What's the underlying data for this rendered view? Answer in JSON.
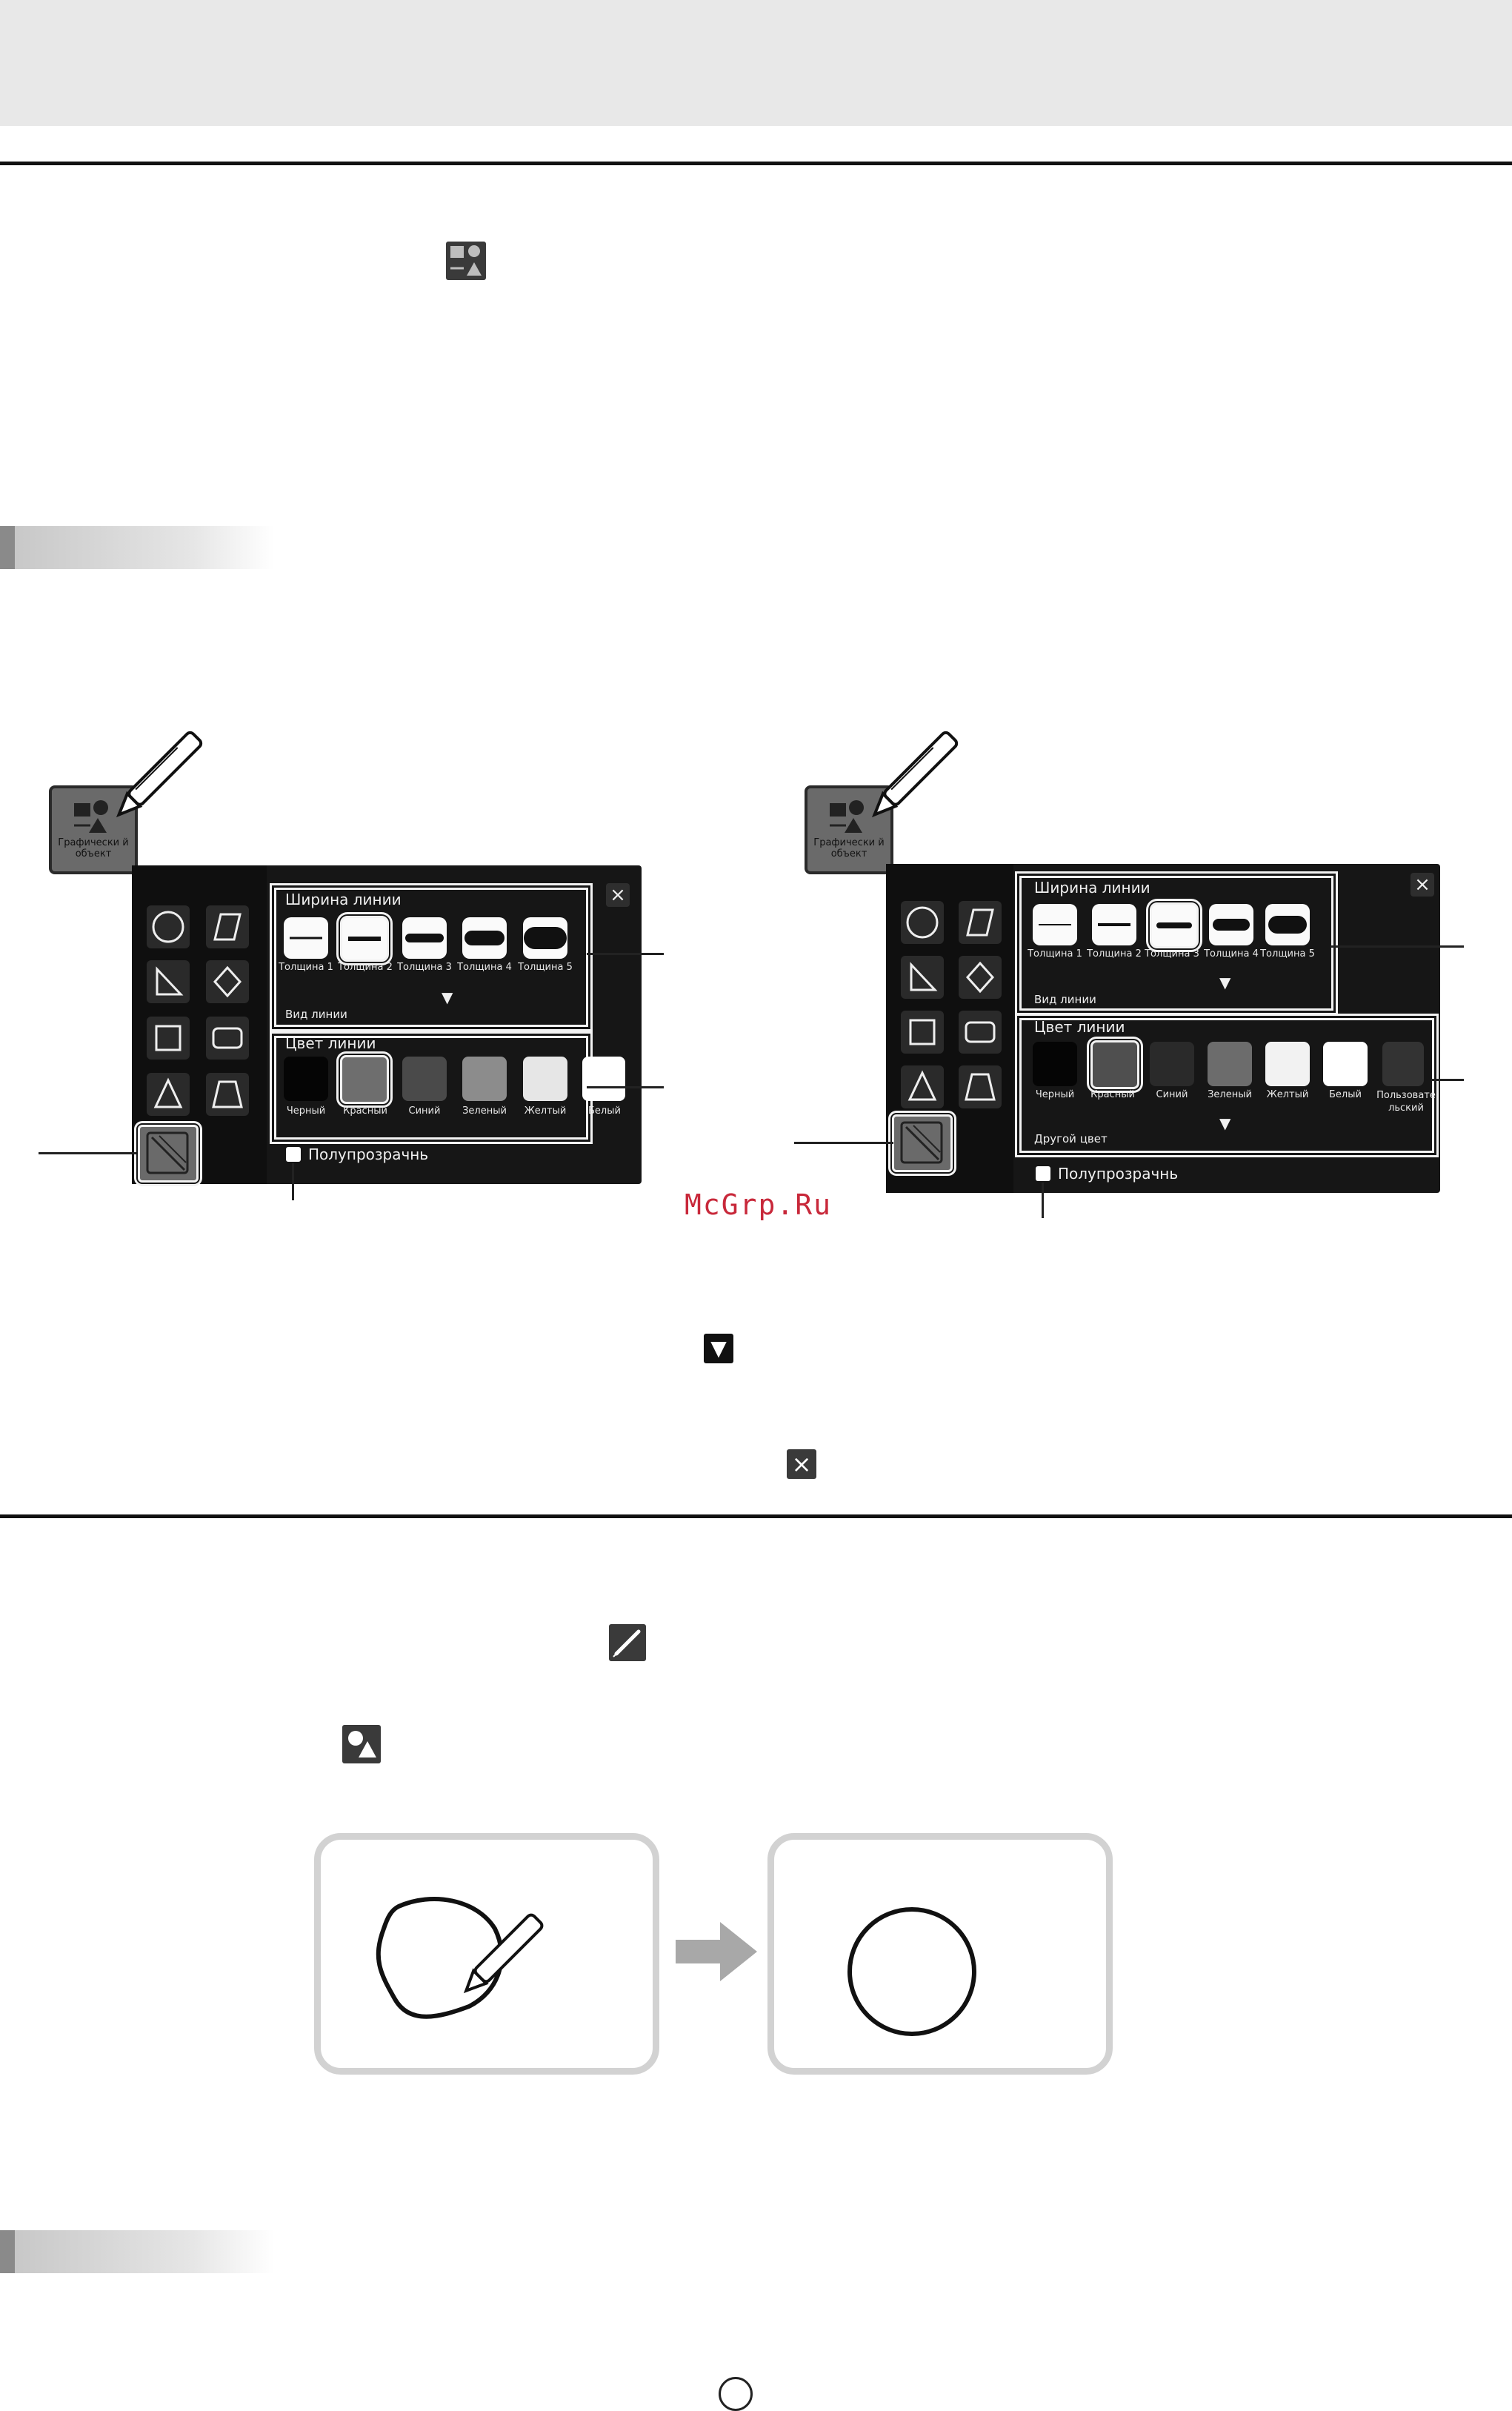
{
  "header": {
    "band": ""
  },
  "left_panel": {
    "launcher_label": "Графически й объект",
    "width_title": "Ширина линии",
    "widths": [
      "Толщина 1",
      "Толщина 2",
      "Толщина 3",
      "Толщина 4",
      "Толщина 5"
    ],
    "line_type_label": "Вид линии",
    "color_title": "Цвет линии",
    "colors": [
      "Черный",
      "Красный",
      "Синий",
      "Зеленый",
      "Желтый",
      "Белый"
    ],
    "translucent_label": "Полупрозрачнь",
    "close_glyph": "×",
    "expand_glyph": "▼"
  },
  "right_panel": {
    "launcher_label": "Графически й объект",
    "width_title": "Ширина линии",
    "widths": [
      "Толщина 1",
      "Толщина 2",
      "Толщина 3",
      "Толщина 4",
      "Толщина 5"
    ],
    "line_type_label": "Вид линии",
    "color_title": "Цвет линии",
    "colors": [
      "Черный",
      "Красный",
      "Синий",
      "Зеленый",
      "Желтый",
      "Белый",
      "Пользовате льский"
    ],
    "other_color_label": "Другой цвет",
    "translucent_label": "Полупрозрачнь",
    "close_glyph": "×",
    "expand_glyph": "▼"
  },
  "watermark": "McGrp.Ru",
  "inline_icons": {
    "expand_glyph": "▼",
    "close_glyph": "×"
  },
  "colors": {
    "panel_bg": "#161616",
    "swatches": [
      "#050505",
      "#6e6e6e",
      "#4a4a4a",
      "#8c8c8c",
      "#e6e6e6",
      "#ffffff",
      "#333333"
    ],
    "watermark": "#c8283a"
  }
}
